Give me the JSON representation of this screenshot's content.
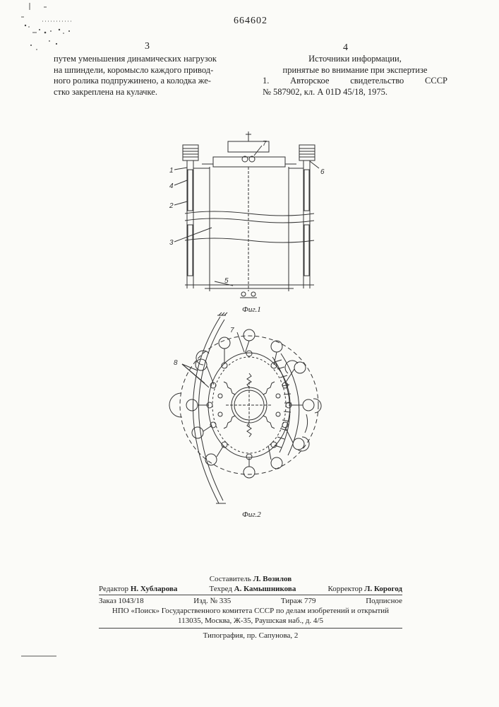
{
  "header": {
    "patent_number": "664602",
    "left_column_number": "3",
    "right_column_number": "4"
  },
  "left_text": {
    "lines": [
      "путем уменьшения динамических нагрузок",
      "на шпиндели, коромысло каждого привод-",
      "ного ролика подпружинено, а колодка же-",
      "стко закреплена на кулачке."
    ]
  },
  "right_text": {
    "heading_1": "Источники информации,",
    "heading_2": "принятые во внимание при экспертизе",
    "ref_num": "1.",
    "ref_a": "Авторское",
    "ref_b": "свидетельство",
    "ref_c": "СССР",
    "ref_line2": "№ 587902, кл. А 01D 45/18, 1975."
  },
  "figures": {
    "fig1_caption": "Фиг.1",
    "fig2_caption": "Фиг.2",
    "fig1_labels": {
      "l1": "1",
      "l4": "4",
      "l2": "2",
      "l3": "3",
      "l5": "5",
      "l6": "6",
      "l7": "7"
    },
    "fig2_labels": {
      "l7": "7",
      "l8": "8"
    }
  },
  "footer": {
    "compiler_label": "Составитель",
    "compiler_name": "Л. Возилов",
    "editor_label": "Редактор",
    "editor_name": "Н. Хубларова",
    "techred_label": "Техред",
    "techred_name": "А. Камышникова",
    "corrector_label": "Корректор",
    "corrector_name": "Л. Корогод",
    "order": "Заказ 1043/18",
    "izd": "Изд. № 335",
    "tirazh": "Тираж 779",
    "podpisnoe": "Подписное",
    "npo": "НПО «Поиск» Государственного комитета СССР по делам изобретений и открытий",
    "address": "113035, Москва, Ж-35, Раушская наб., д. 4/5",
    "typography": "Типография, пр. Сапунова, 2"
  }
}
